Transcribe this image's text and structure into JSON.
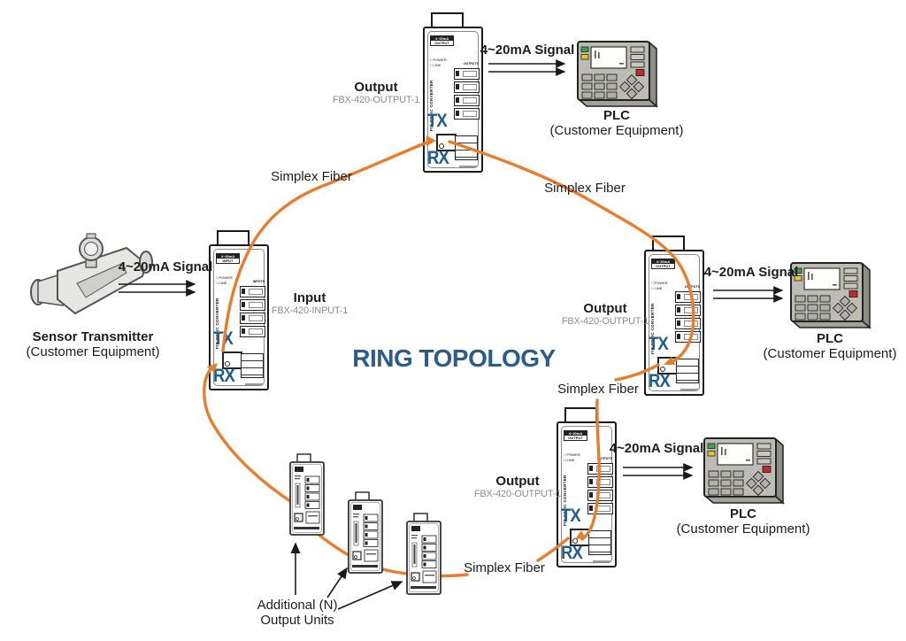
{
  "title": {
    "text": "RING TOPOLOGY",
    "color": "#2a5c8c"
  },
  "labels": {
    "signal": "4~20mA Signal",
    "fiber": "Simplex Fiber",
    "plc": "PLC",
    "customer_equipment": "(Customer Equipment)",
    "sensor": "Sensor Transmitter",
    "additional_line1": "Additional (N)",
    "additional_line2": "Output Units"
  },
  "converters": {
    "output": {
      "label": "Output",
      "model": "FBX-420-OUTPUT-1",
      "header_line1": "4~20mA",
      "header_line2": "OUTPUT",
      "io_label": "OUTPUTS"
    },
    "input": {
      "label": "Input",
      "model": "FBX-420-INPUT-1",
      "header_line1": "4~20mA",
      "header_line2": "INPUT",
      "io_label": "INPUTS"
    },
    "shared": {
      "tx": "TX",
      "rx": "RX",
      "power": "□ POWER",
      "link": "□ LINK",
      "brand": "FIB.OPTIC CONVERTER"
    }
  },
  "colors": {
    "fiber": "#e87d2e",
    "tx_rx_blue": "#1f5c8b",
    "title_blue": "#2a5c8c"
  }
}
